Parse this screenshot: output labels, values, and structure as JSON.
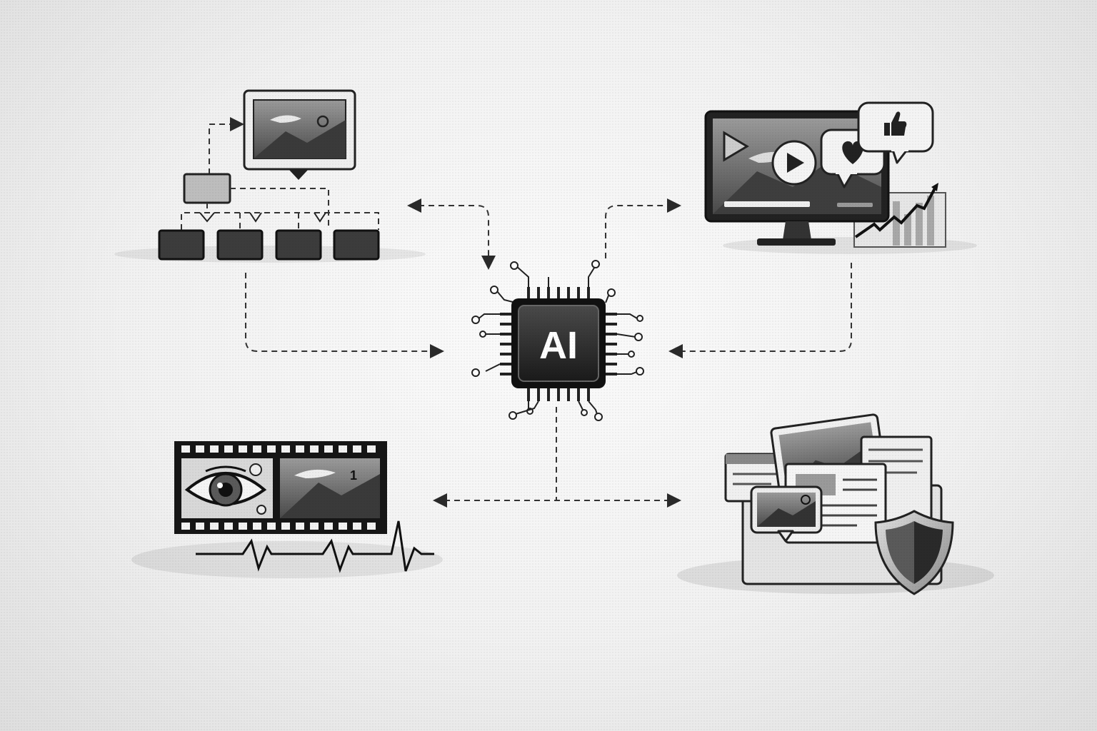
{
  "hub": {
    "label": "AI"
  },
  "nodes": [
    {
      "id": "hierarchy",
      "icon": "image-hierarchy-icon"
    },
    {
      "id": "media-engagement",
      "icon": "video-engagement-icon"
    },
    {
      "id": "video-analysis",
      "icon": "film-strip-icon"
    },
    {
      "id": "content-moderation",
      "icon": "content-shield-icon"
    }
  ],
  "colors": {
    "dark": "#2b2b2b",
    "mid": "#7a7a7a",
    "light": "#d6d6d6",
    "background": "#f1f1f1"
  },
  "filmstrip": {
    "frame_number": "1"
  }
}
